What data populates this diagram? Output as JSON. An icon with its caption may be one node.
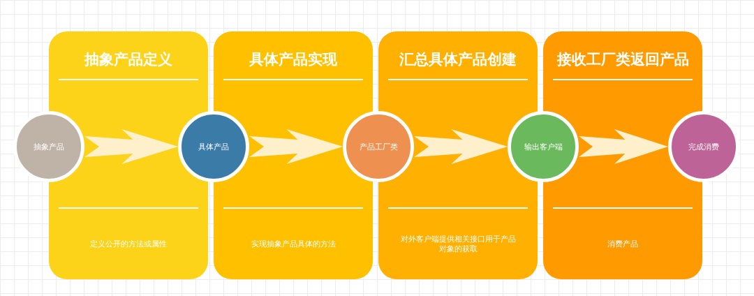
{
  "diagram": {
    "nodes": [
      {
        "text": [
          "抽象产品定义",
          "定义公开的方法或属性"
        ]
      },
      {
        "text": [
          "具体产品实现",
          "实现抽象产品具体的方法"
        ]
      },
      {
        "text": [
          "汇总具体产品创建",
          "对外客户端提供相关接口用于产品对象的获取"
        ]
      },
      {
        "text": [
          "接收工厂类返回产品",
          "消费产品"
        ]
      },
      {
        "text": [
          "抽象产品"
        ]
      },
      {
        "text": [
          "具体产品"
        ]
      },
      {
        "text": [
          "产品工厂类"
        ]
      },
      {
        "text": [
          "输出客户端"
        ]
      },
      {
        "text": [
          "完成消费"
        ]
      }
    ],
    "edges": [
      {
        "from": 4,
        "to": 5,
        "arrow": "to"
      },
      {
        "from": 5,
        "to": 6,
        "arrow": "to"
      },
      {
        "from": 6,
        "to": 7,
        "arrow": "to"
      },
      {
        "from": 7,
        "to": 8,
        "arrow": "to"
      }
    ]
  }
}
